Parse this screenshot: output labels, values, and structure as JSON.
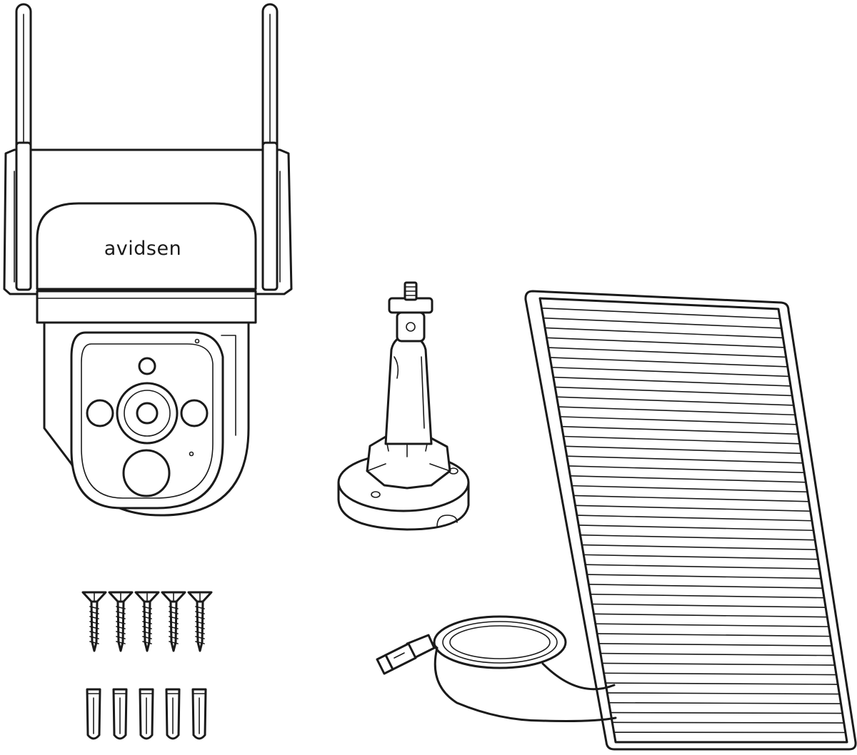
{
  "camera": {
    "brand_label": "avidsen"
  },
  "screws": {
    "count": 5
  },
  "anchors": {
    "count": 5
  },
  "solar_panel": {
    "cell_rows": 44
  },
  "colors": {
    "line": "#1a1a1a",
    "background": "#ffffff"
  }
}
